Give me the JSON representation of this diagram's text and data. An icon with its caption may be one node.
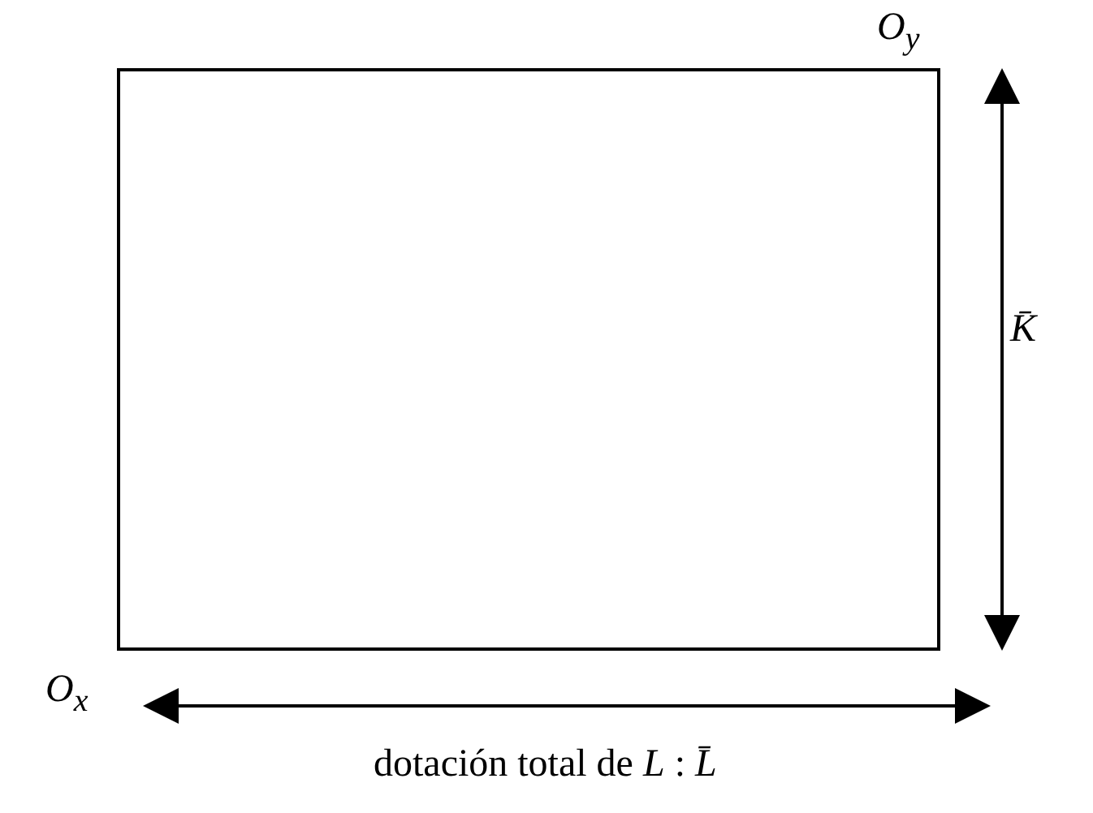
{
  "diagram": {
    "labels": [
      "O$_{y}$",
      "K̄",
      "O$_{x}$",
      "dotación total de *L* : *L̄*"
    ]
  }
}
